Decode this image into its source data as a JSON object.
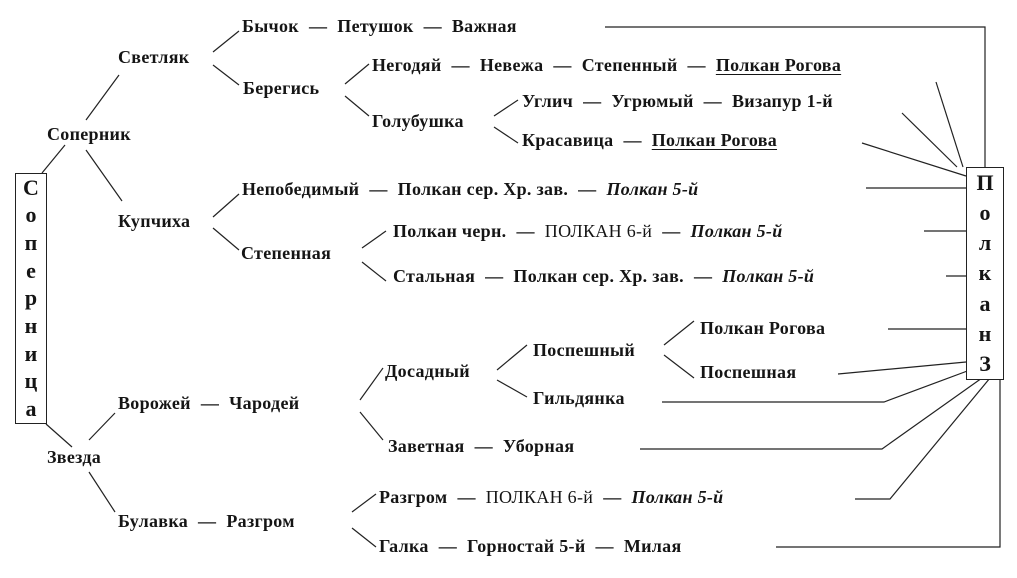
{
  "dash": "—",
  "female": {
    "letters": [
      "С",
      "о",
      "п",
      "е",
      "р",
      "н",
      "и",
      "ц",
      "а"
    ]
  },
  "male": {
    "letters": [
      "П",
      "о",
      "л",
      "к",
      "а",
      "н",
      "З"
    ]
  },
  "nodes": {
    "sopernik": "Соперник",
    "zvezda": "Звезда",
    "svetlyak": "Светляк",
    "kupchikha": "Купчиха",
    "beregis": "Берегись",
    "golubushka": "Голубушка",
    "stepennaya": "Степенная",
    "posp": "Поспешный",
    "dosadny": "Досадный",
    "gildyanka": "Гильдянка",
    "polkan_rogova_b": "Полкан Рогова",
    "pospeshnaya": "Поспешная"
  },
  "rows": {
    "r1": [
      "Бычок",
      "Петушок",
      "Важная"
    ],
    "r2": [
      "Негодяй",
      "Невежа",
      "Степенный",
      "Полкан Рогова"
    ],
    "r3": [
      "Углич",
      "Угрюмый",
      "Визапур 1-й"
    ],
    "r4": [
      "Красавица",
      "Полкан Рогова"
    ],
    "r5": [
      "Непобедимый",
      "Полкан сер. Хр. зав.",
      "Полкан 5-й"
    ],
    "r6": [
      "Полкан черн.",
      "ПОЛКАН 6-й",
      "Полкан 5-й"
    ],
    "r7": [
      "Стальная",
      "Полкан сер. Хр. зав.",
      "Полкан 5-й"
    ],
    "r8": [
      "Ворожей",
      "Чародей"
    ],
    "r9": [
      "Заветная",
      "Уборная"
    ],
    "r10": [
      "Разгром",
      "ПОЛКАН 6-й",
      "Полкан 5-й"
    ],
    "r11": [
      "Булавка",
      "Разгром"
    ],
    "r12": [
      "Галка",
      "Горностай 5-й",
      "Милая"
    ]
  }
}
